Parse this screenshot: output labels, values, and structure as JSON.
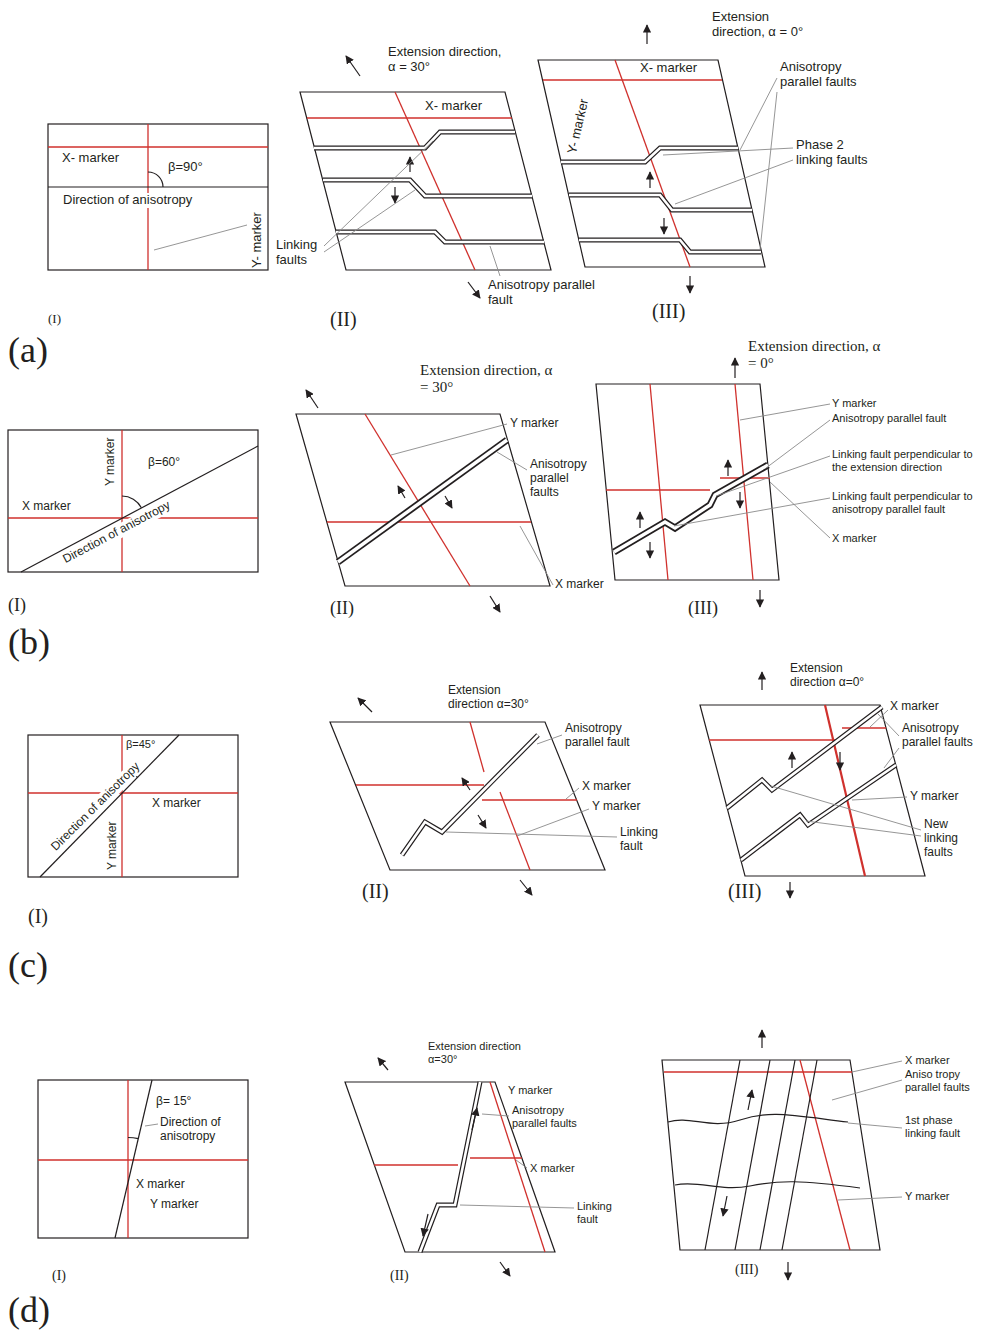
{
  "diagram": {
    "labels": [
      "X- marker",
      "β=90°",
      "Direction of anisotropy",
      "Y- marker",
      "(I)",
      "Extension direction, α = 30°",
      "X- marker",
      "Linking faults",
      "Anisotropy parallel fault",
      "(II)",
      "Extension direction, α = 0°",
      "X- marker",
      "Y- marker",
      "Anisotropy parallel faults",
      "Phase 2 linking faults",
      "(III)",
      "(a)",
      "Y marker",
      "β=60°",
      "X marker",
      "Direction of anisotropy",
      "(I)",
      "Extension direction, α = 30°",
      "Y marker",
      "Anisotropy parallel faults",
      "X marker",
      "(II)",
      "Extension direction, α = 0°",
      "Y marker",
      "Anisotropy parallel fault",
      "Linking fault perpendicular to the extension direction",
      "Linking fault perpendicular to anisotropy parallel fault",
      "X marker",
      "(III)",
      "(b)",
      "β=45°",
      "Direction of anisotropy",
      "X marker",
      "Y marker",
      "(I)",
      "Extension direction α=30°",
      "Anisotropy parallel fault",
      "X marker",
      "Y marker",
      "Linking fault",
      "(II)",
      "Extension direction α=0°",
      "X marker",
      "Anisotropy parallel faults",
      "Y marker",
      "New linking faults",
      "(III)",
      "(c)",
      "β= 15°",
      "Direction of anisotropy",
      "X marker",
      "Y marker",
      "(I)",
      "Extension direction α=30°",
      "Y marker",
      "Anisotropy parallel faults",
      "X marker",
      "Linking fault",
      "(II)",
      "X marker",
      "Aniso tropy parallel faults",
      "1st phase linking fault",
      "Y marker",
      "(III)",
      "(d)"
    ]
  }
}
